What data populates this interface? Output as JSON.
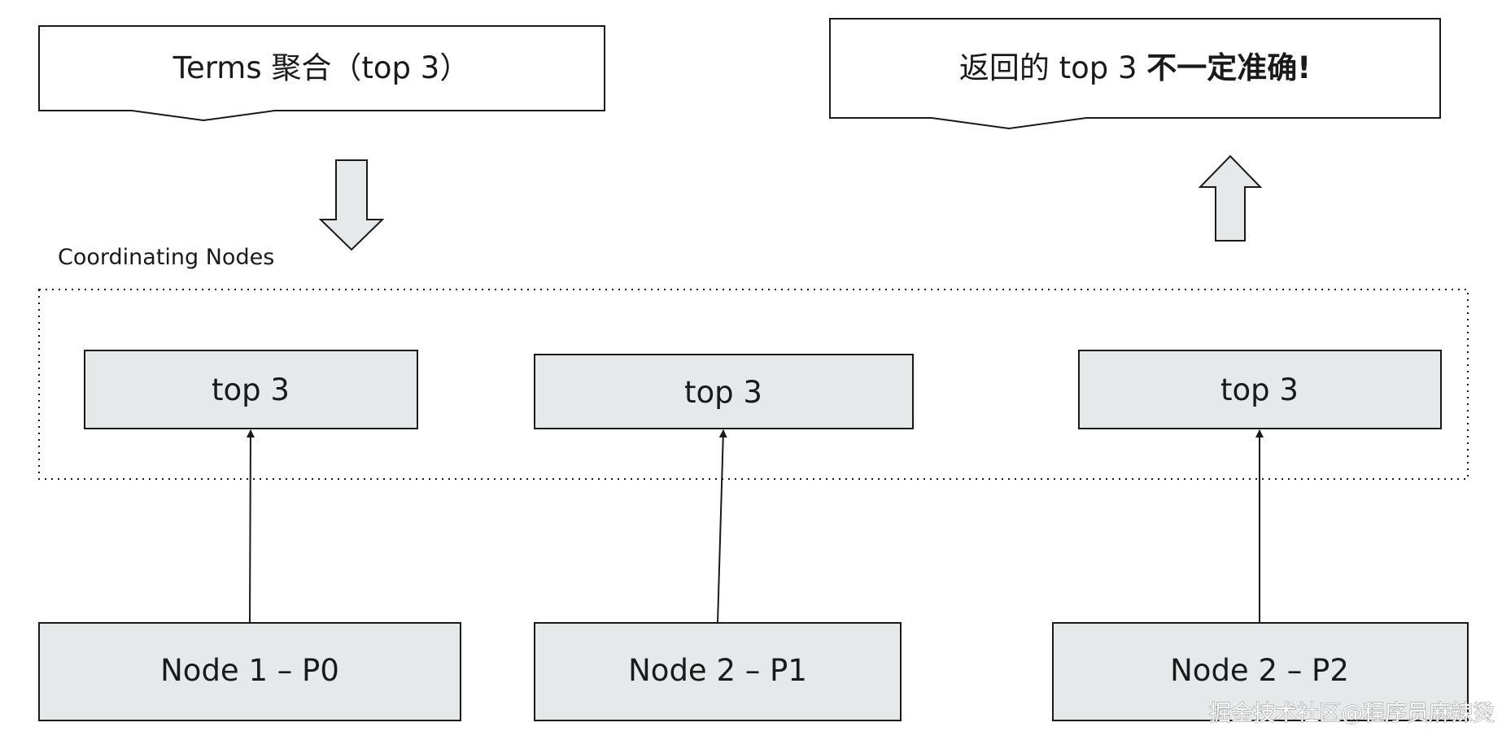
{
  "diagram": {
    "input_callout": "Terms 聚合（top 3）",
    "output_callout": {
      "normal": "返回的 top 3 ",
      "emphasis": "不一定准确!"
    },
    "region_label": "Coordinating Nodes",
    "coordinating_boxes": [
      "top 3",
      "top 3",
      "top 3"
    ],
    "data_nodes": [
      "Node 1 – P0",
      "Node 2 – P1",
      "Node 2 – P2"
    ],
    "watermark": "掘金技术社区@程序员麻辣烫"
  },
  "colors": {
    "box_fill": "#e6e9ea",
    "stroke": "#1a1a1a",
    "background": "#ffffff"
  },
  "icons": {
    "down_arrow": "down-block-arrow-icon",
    "up_arrow": "up-block-arrow-icon",
    "connector_arrowhead": "arrowhead-icon"
  }
}
